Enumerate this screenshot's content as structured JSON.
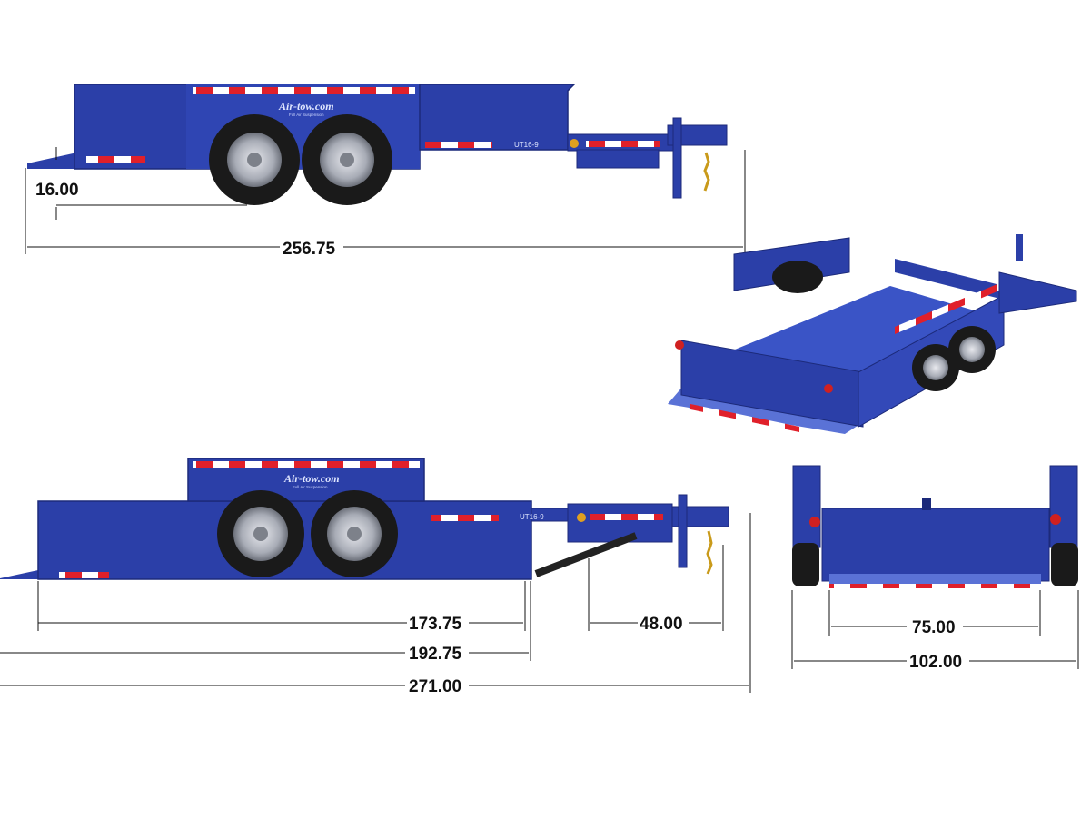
{
  "colors": {
    "trailer_blue": "#2b3fa8",
    "trailer_dark": "#1c2a7a",
    "reflector_red": "#e0202a",
    "reflector_white": "#ffffff",
    "tire": "#1a1a1a",
    "wheel": "#b9bcc4",
    "chain": "#c99a1a"
  },
  "branding": {
    "logo_text": "Air-tow.com",
    "logo_subtext": "Full Air Suspension",
    "model_label": "UT16-9"
  },
  "dimensions": {
    "side_view_top": {
      "deck_height": "16.00",
      "overall_length": "256.75"
    },
    "side_view_bottom": {
      "deck_length": "173.75",
      "bed_length": "192.75",
      "overall_length": "271.00",
      "tongue_length": "48.00"
    },
    "rear_view": {
      "inside_width": "75.00",
      "overall_width": "102.00"
    }
  }
}
